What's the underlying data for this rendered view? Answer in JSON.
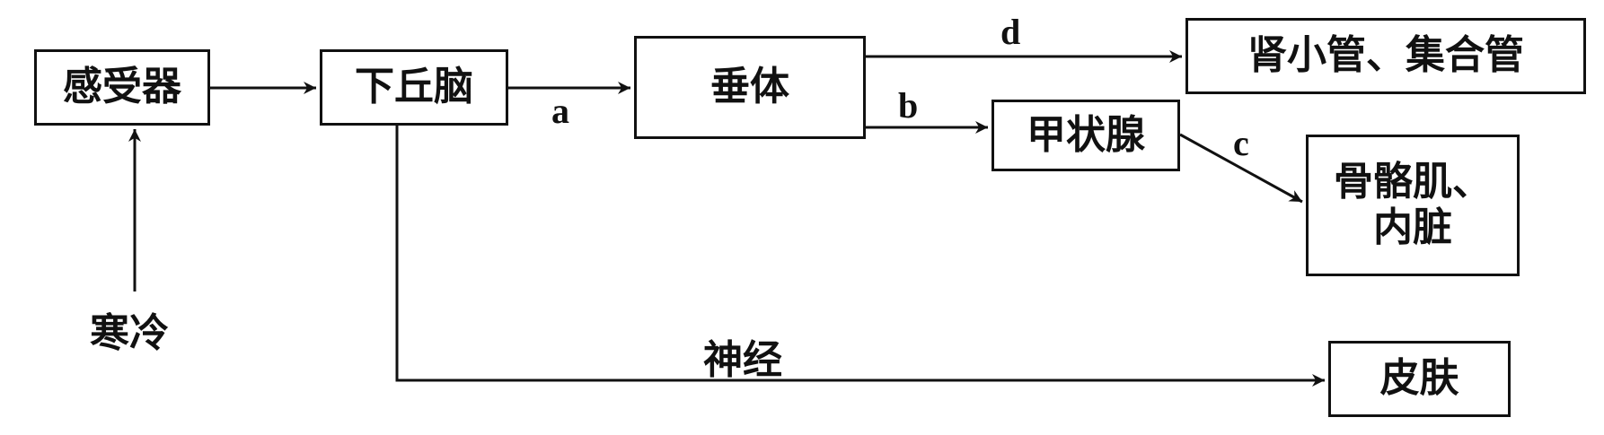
{
  "boxes": {
    "ganshouqi": "感受器",
    "xiaqiunao": "下丘脑",
    "chuiti": "垂体",
    "shenxiaoguan": "肾小管、集合管",
    "jiazhuangxian": "甲状腺",
    "gugeji": "骨骼肌、内脏",
    "pifu": "皮肤"
  },
  "labels": {
    "a": "a",
    "b": "b",
    "c": "c",
    "d": "d",
    "hanleng": "寒冷",
    "shenjing": "神经"
  },
  "colors": {
    "line": "#111111",
    "background": "#ffffff"
  }
}
